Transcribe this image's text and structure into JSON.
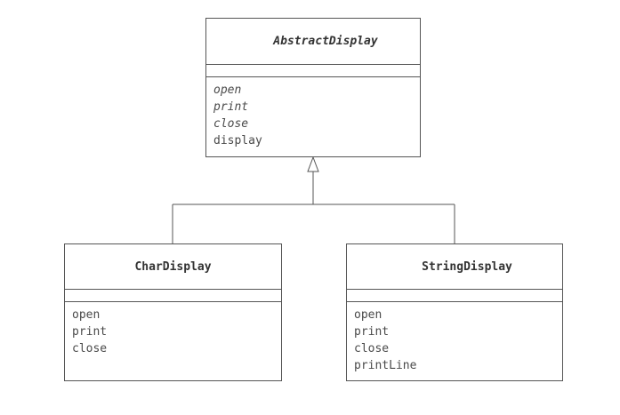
{
  "diagram": {
    "classes": [
      {
        "name": "AbstractDisplay",
        "abstract": true,
        "methods": [
          {
            "label": "open",
            "abstract": true
          },
          {
            "label": "print",
            "abstract": true
          },
          {
            "label": "close",
            "abstract": true
          },
          {
            "label": "display",
            "abstract": false
          }
        ]
      },
      {
        "name": "CharDisplay",
        "abstract": false,
        "methods": [
          {
            "label": "open",
            "abstract": false
          },
          {
            "label": "print",
            "abstract": false
          },
          {
            "label": "close",
            "abstract": false
          }
        ]
      },
      {
        "name": "StringDisplay",
        "abstract": false,
        "methods": [
          {
            "label": "open",
            "abstract": false
          },
          {
            "label": "print",
            "abstract": false
          },
          {
            "label": "close",
            "abstract": false
          },
          {
            "label": "printLine",
            "abstract": false
          }
        ]
      }
    ],
    "relationships": [
      {
        "type": "generalization",
        "from": "CharDisplay",
        "to": "AbstractDisplay"
      },
      {
        "type": "generalization",
        "from": "StringDisplay",
        "to": "AbstractDisplay"
      }
    ],
    "colors": {
      "line": "#555555",
      "text": "#444444",
      "background": "#ffffff"
    }
  }
}
